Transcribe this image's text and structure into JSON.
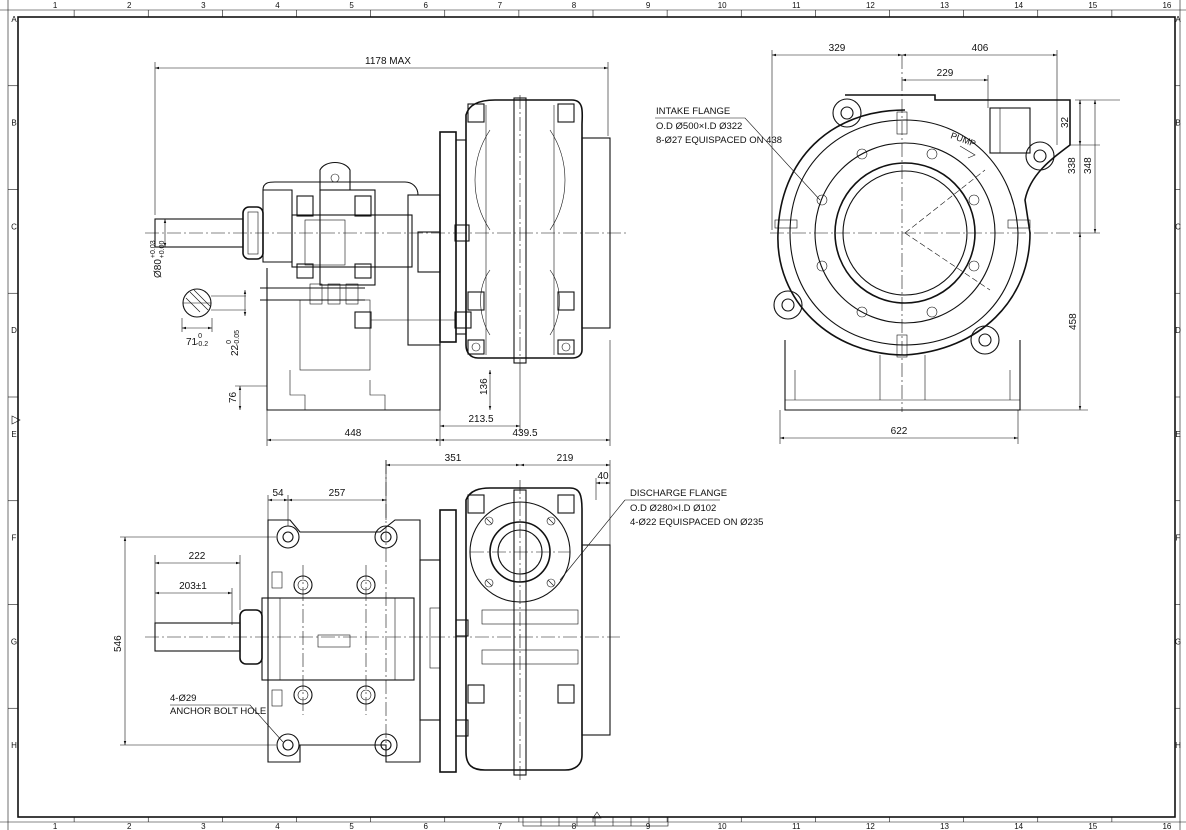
{
  "colors": {
    "ink": "#111111",
    "paper": "#ffffff"
  },
  "grid": {
    "columns": [
      "1",
      "2",
      "3",
      "4",
      "5",
      "6",
      "7",
      "8",
      "9",
      "10",
      "11",
      "12",
      "13",
      "14",
      "15",
      "16"
    ],
    "rows": [
      "A",
      "B",
      "C",
      "D",
      "E",
      "F",
      "G",
      "H"
    ]
  },
  "front_view": {
    "overall_length": "1178 MAX",
    "shaft_dia": "Ø80",
    "shaft_tol_upper": "+0.03",
    "shaft_tol_lower": "+0.00",
    "key_width": "71",
    "key_width_tol_upper": "0",
    "key_width_tol_lower": "-0.2",
    "key_height": "22",
    "key_height_tol_upper": "0",
    "key_height_tol_lower": "-0.05",
    "base_height": "76",
    "dim_136": "136",
    "dim_448": "448",
    "dim_213_5": "213.5",
    "dim_439_5": "439.5"
  },
  "side_view": {
    "dim_329": "329",
    "dim_406": "406",
    "dim_229": "229",
    "dim_32": "32",
    "dim_338": "338",
    "dim_348": "348",
    "dim_458": "458",
    "dim_622": "622",
    "pump_label": "PUMP",
    "intake_title": "INTAKE FLANGE",
    "intake_line1": "O.D Ø500×I.D Ø322",
    "intake_line2": "8-Ø27 EQUISPACED ON 438"
  },
  "plan_view": {
    "dim_351": "351",
    "dim_219": "219",
    "dim_40": "40",
    "dim_54": "54",
    "dim_257": "257",
    "dim_222": "222",
    "dim_203": "203±1",
    "dim_546": "546",
    "discharge_title": "DISCHARGE FLANGE",
    "discharge_line1": "O.D Ø280×I.D Ø102",
    "discharge_line2": "4-Ø22 EQUISPACED ON Ø235",
    "anchor_line1": "4-Ø29",
    "anchor_line2": "ANCHOR BOLT HOLE"
  }
}
